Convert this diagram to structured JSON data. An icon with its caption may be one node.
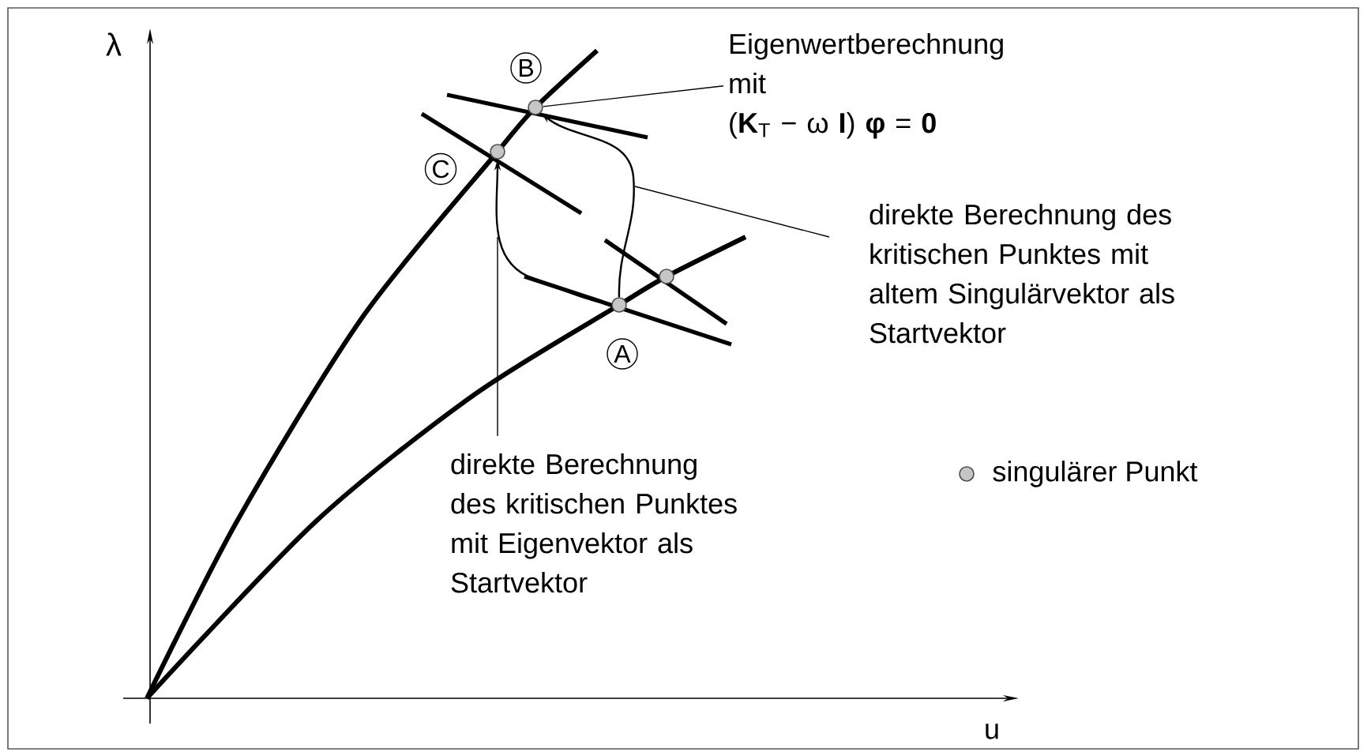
{
  "diagram": {
    "nodes": [
      {
        "text": [
          "Eigenwertberechnung mit",
          "(**K**$_{T}$ − ω **I**) **φ**  =  **0**"
        ]
      },
      {
        "text": [],
        "shape": "circle",
        "beside": [
          "B"
        ]
      },
      {
        "text": [],
        "shape": "circle",
        "beside": [
          "C"
        ]
      },
      {
        "text": [
          "direkte Berechnung des kritischen Punktes mit altem Singulärvektor als Startvektor"
        ]
      },
      {
        "text": [],
        "shape": "circle"
      },
      {
        "text": [],
        "shape": "circle",
        "beside": [
          "A"
        ]
      },
      {
        "text": [
          "direkte Berechnung des kritischen Punktes mit Eigenvektor als Startvektor"
        ]
      }
    ],
    "edges": [
      {
        "from": 0,
        "to": 1,
        "arrow": "none"
      },
      {
        "from": 3,
        "to": null,
        "arrow": "none"
      },
      {
        "from": 6,
        "to": null,
        "arrow": "none"
      },
      {
        "from": 5,
        "to": 1,
        "arrow": "to"
      },
      {
        "from": 5,
        "to": 2,
        "arrow": "to"
      }
    ],
    "labels": [
      "λ",
      "u"
    ],
    "legend": [
      {
        "text": "singulärer Punkt"
      }
    ]
  }
}
